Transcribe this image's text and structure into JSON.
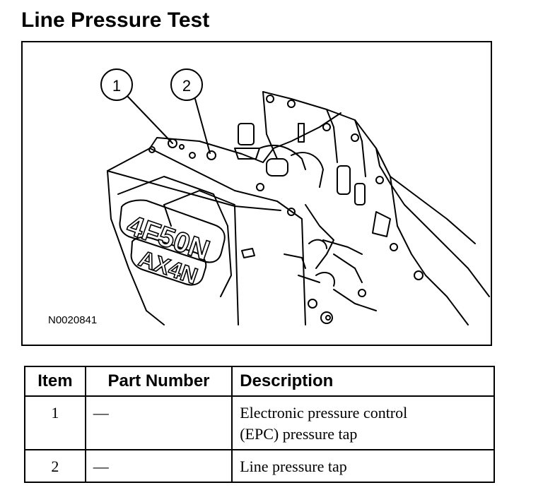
{
  "page": {
    "title": "Line Pressure Test"
  },
  "figure": {
    "reference_code": "N0020841",
    "callouts": [
      "1",
      "2"
    ],
    "case_labels": [
      "4F50N",
      "AX4N"
    ]
  },
  "table": {
    "headers": {
      "item": "Item",
      "part_number": "Part Number",
      "description": "Description"
    },
    "rows": [
      {
        "item": "1",
        "part_number": "—",
        "description_line1": "Electronic pressure control",
        "description_line2": "(EPC) pressure tap"
      },
      {
        "item": "2",
        "part_number": "—",
        "description_line1": "Line pressure tap",
        "description_line2": ""
      }
    ]
  }
}
